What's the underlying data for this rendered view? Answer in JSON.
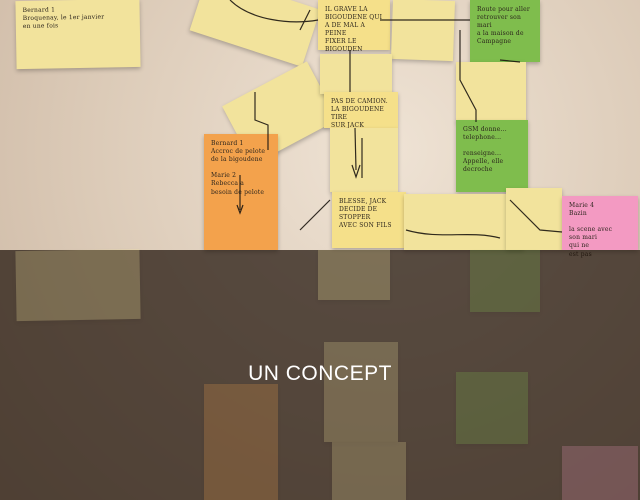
{
  "caption": "UN CONCEPT",
  "notes": {
    "top_left": "Bernard 1\nBroquenay, le 1er janvier\nen une fois",
    "top_mid": "IL GRAVE LA\nBIGOUDENE QUI\nA DE MAL A PEINE\nFIXER LE BIGOUDEN",
    "mid_center": "PAS DE CAMION.\nLA BIGOUDENE TIRE\nSUR JACK",
    "lower_center": "BLESSE, JACK\nDECIDE DE STOPPER\nAVEC SON FILS",
    "orange": "Bernard 1\nAccroc de pelote\nde la bigoudene\n\nMarie 2\nRebecca a\nbesoin de pelote",
    "green_top": "Route pour aller\nretrouver son mari\na la maison de\nCampagne",
    "green_mid": "GSM donne...\ntelephone...\n\nrenseigne...\nAppelle, elle decroche",
    "pink": "Marie 4\nBazin\n\nla scene avec\nson mari\nqui ne\nest pas"
  },
  "colors": {
    "yellow": "#f2e39c",
    "orange": "#f3a24c",
    "green": "#7fbd4d",
    "pink": "#f39ac2",
    "overlay": "#1e120a"
  }
}
